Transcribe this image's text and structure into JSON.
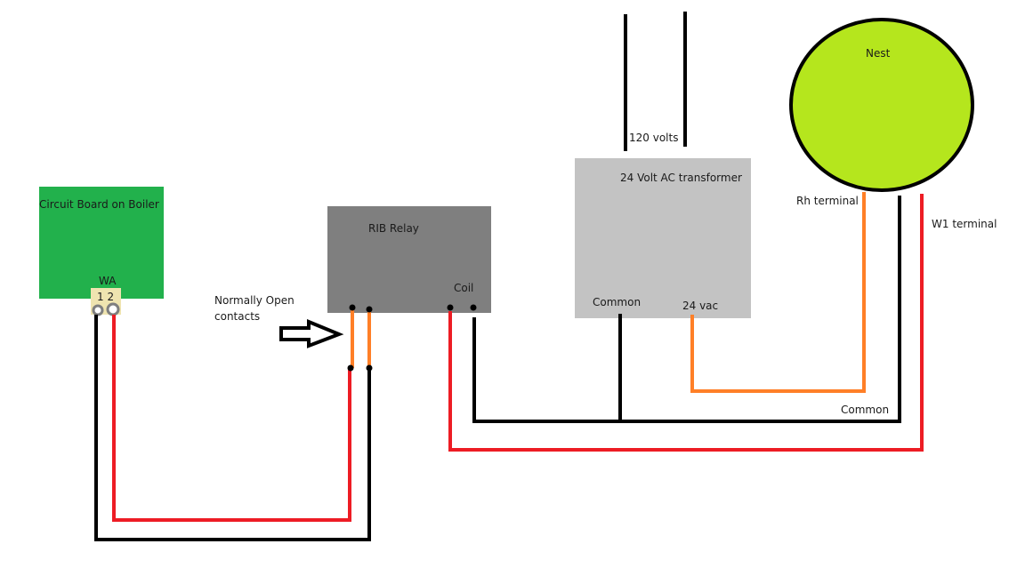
{
  "colors": {
    "background": "#ffffff",
    "circuit_board": "#22b14c",
    "terminal_block": "#efe4b0",
    "terminal_screw": "#7f7f7f",
    "relay": "#7f7f7f",
    "transformer": "#c3c3c3",
    "nest": "#b5e61d",
    "wire_black": "#000000",
    "wire_red": "#ed1c24",
    "wire_orange": "#ff7f27"
  },
  "components": {
    "circuit_board": {
      "label": "Circuit Board on Boiler",
      "terminal_label": "WA",
      "terminal_numbers": "1 2"
    },
    "relay": {
      "label": "RIB Relay",
      "coil_label": "Coil",
      "contacts_annotation_line1": "Normally Open",
      "contacts_annotation_line2": "contacts"
    },
    "transformer": {
      "label": "24 Volt AC transformer",
      "input_label": "120 volts",
      "common_label": "Common",
      "output_label": "24 vac"
    },
    "nest": {
      "label": "Nest",
      "rh_label": "Rh terminal",
      "w1_label": "W1 terminal",
      "common_label": "Common"
    }
  }
}
